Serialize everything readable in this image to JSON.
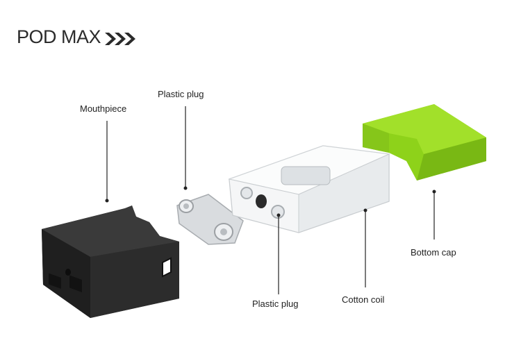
{
  "title": "POD MAX",
  "labels": {
    "mouthpiece": "Mouthpiece",
    "plastic_plug_top": "Plastic plug",
    "plastic_plug_bottom": "Plastic plug",
    "cotton_coil": "Cotton coil",
    "bottom_cap": "Bottom cap"
  },
  "colors": {
    "mouthpiece": "#2a2a2a",
    "bottom_cap": "#8ed21a",
    "title_arrows": "#2b2b2b"
  }
}
